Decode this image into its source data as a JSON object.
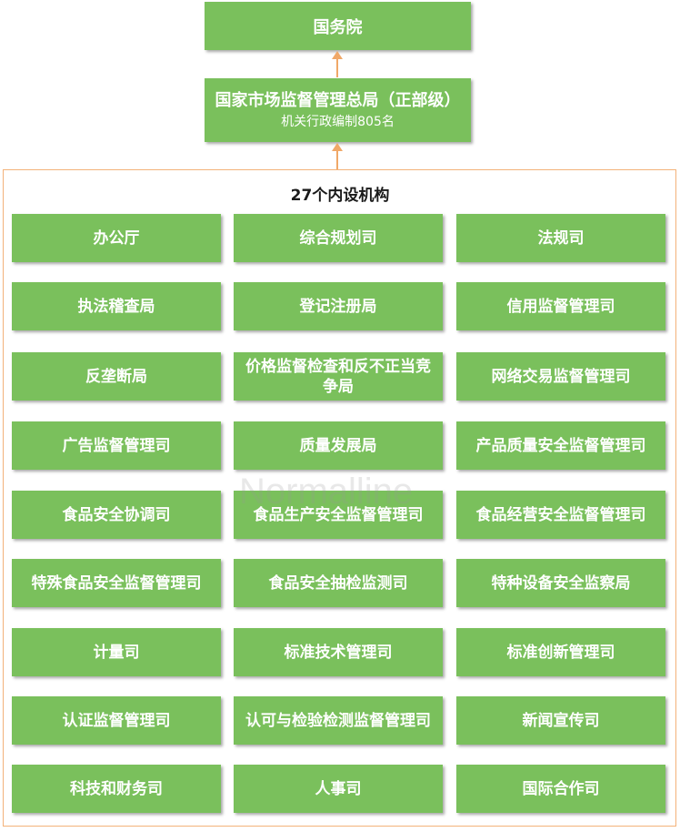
{
  "top": {
    "label": "国务院"
  },
  "middle": {
    "title": "国家市场监督管理总局（正部级）",
    "subtitle": "机关行政编制805名"
  },
  "section": {
    "title": "27个内设机构",
    "units": [
      "办公厅",
      "综合规划司",
      "法规司",
      "执法稽查局",
      "登记注册局",
      "信用监督管理司",
      "反垄断局",
      "价格监督检查和反不正当竞争局",
      "网络交易监督管理司",
      "广告监督管理司",
      "质量发展局",
      "产品质量安全监督管理司",
      "食品安全协调司",
      "食品生产安全监督管理司",
      "食品经营安全监督管理司",
      "特殊食品安全监督管理司",
      "食品安全抽检监测司",
      "特种设备安全监察局",
      "计量司",
      "标准技术管理司",
      "标准创新管理司",
      "认证监督管理司",
      "认可与检验检测监督管理司",
      "新闻宣传司",
      "科技和财务司",
      "人事司",
      "国际合作司"
    ]
  },
  "watermark": "Normalline",
  "colors": {
    "box": "#7ac05c",
    "arrow": "#f0a868",
    "border": "#f3b27a"
  }
}
